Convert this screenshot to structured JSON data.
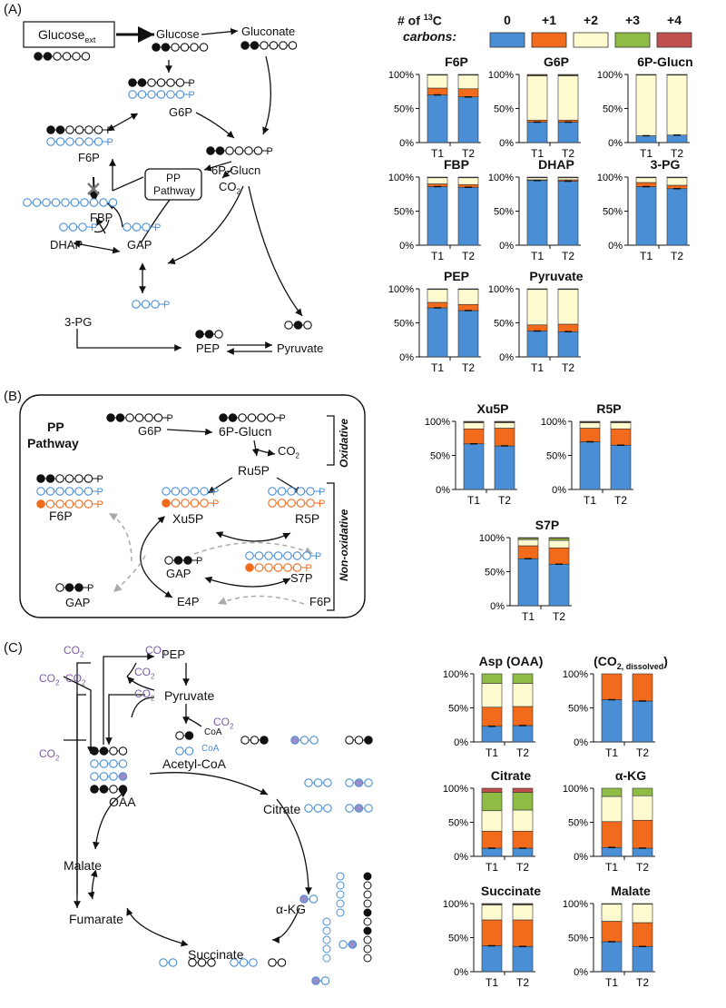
{
  "panels": {
    "A": {
      "label": "(A)",
      "legend": {
        "title_line1": "# of",
        "title_sup": "13",
        "title_c": "C",
        "title_line2": "carbons:",
        "items": [
          "0",
          "+1",
          "+2",
          "+3",
          "+4"
        ],
        "colors": [
          "#4a8fd6",
          "#f26a1b",
          "#fefbd0",
          "#8fbc45",
          "#c0504d"
        ]
      },
      "nodes": {
        "glucose_ext": "Glucose",
        "glucose_ext_sub": "ext",
        "glucose": "Glucose",
        "gluconate": "Gluconate",
        "g6p": "G6P",
        "f6p": "F6P",
        "glucn6p": "6P-Glucn",
        "pp_pathway_line1": "PP",
        "pp_pathway_line2": "Pathway",
        "co2": "CO",
        "co2_sub": "2",
        "fbp": "FBP",
        "dhap": "DHAP",
        "gap": "GAP",
        "pg3": "3-PG",
        "pep": "PEP",
        "pyruvate": "Pyruvate"
      }
    },
    "B": {
      "label": "(B)",
      "box_title_line1": "PP",
      "box_title_line2": "Pathway",
      "oxidative": "Oxidative",
      "non_oxidative": "Non-oxidative",
      "nodes": {
        "g6p": "G6P",
        "glucn6p": "6P-Glucn",
        "co2": "CO",
        "co2_sub": "2",
        "ru5p": "Ru5P",
        "f6p": "F6P",
        "xu5p": "Xu5P",
        "r5p": "R5P",
        "gap": "GAP",
        "s7p": "S7P",
        "gap2": "GAP",
        "e4p": "E4P",
        "f6p2": "F6P"
      }
    },
    "C": {
      "label": "(C)",
      "nodes": {
        "pep": "PEP",
        "pyruvate": "Pyruvate",
        "acetyl_coa": "Acetyl-CoA",
        "coa": "CoA",
        "oaa": "OAA",
        "citrate": "Citrate",
        "malate": "Malate",
        "fumarate": "Fumarate",
        "akg": "α-KG",
        "succinate": "Succinate",
        "co2": "CO",
        "co2_sub": "2"
      }
    }
  },
  "axis": {
    "ticks": [
      "0%",
      "50%",
      "100%"
    ],
    "categories": [
      "T1",
      "T2"
    ]
  },
  "chart_data": [
    {
      "type": "bar",
      "title": "F6P",
      "categories": [
        "T1",
        "T2"
      ],
      "series": [
        {
          "name": "0",
          "values": [
            70,
            67
          ]
        },
        {
          "name": "+1",
          "values": [
            10,
            12
          ]
        },
        {
          "name": "+2",
          "values": [
            19,
            20
          ]
        },
        {
          "name": "+3",
          "values": [
            0.5,
            0.5
          ]
        },
        {
          "name": "+4",
          "values": [
            0.5,
            0.5
          ]
        }
      ],
      "ylim": [
        0,
        100
      ]
    },
    {
      "type": "bar",
      "title": "G6P",
      "categories": [
        "T1",
        "T2"
      ],
      "series": [
        {
          "name": "0",
          "values": [
            30,
            30
          ]
        },
        {
          "name": "+1",
          "values": [
            3,
            3
          ]
        },
        {
          "name": "+2",
          "values": [
            65,
            65
          ]
        },
        {
          "name": "+3",
          "values": [
            1,
            1
          ]
        },
        {
          "name": "+4",
          "values": [
            1,
            1
          ]
        }
      ],
      "ylim": [
        0,
        100
      ]
    },
    {
      "type": "bar",
      "title": "6P-Glucn",
      "categories": [
        "T1",
        "T2"
      ],
      "series": [
        {
          "name": "0",
          "values": [
            10,
            11
          ]
        },
        {
          "name": "+1",
          "values": [
            0,
            0
          ]
        },
        {
          "name": "+2",
          "values": [
            89,
            88
          ]
        },
        {
          "name": "+3",
          "values": [
            0.5,
            0.5
          ]
        },
        {
          "name": "+4",
          "values": [
            0.5,
            0.5
          ]
        }
      ],
      "ylim": [
        0,
        100
      ]
    },
    {
      "type": "bar",
      "title": "FBP",
      "categories": [
        "T1",
        "T2"
      ],
      "series": [
        {
          "name": "0",
          "values": [
            86,
            85
          ]
        },
        {
          "name": "+1",
          "values": [
            4,
            4
          ]
        },
        {
          "name": "+2",
          "values": [
            9,
            10
          ]
        },
        {
          "name": "+3",
          "values": [
            0.5,
            0.5
          ]
        },
        {
          "name": "+4",
          "values": [
            0.5,
            0.5
          ]
        }
      ],
      "ylim": [
        0,
        100
      ]
    },
    {
      "type": "bar",
      "title": "DHAP",
      "categories": [
        "T1",
        "T2"
      ],
      "series": [
        {
          "name": "0",
          "values": [
            95,
            94
          ]
        },
        {
          "name": "+1",
          "values": [
            1,
            2
          ]
        },
        {
          "name": "+2",
          "values": [
            3,
            3
          ]
        },
        {
          "name": "+3",
          "values": [
            0.5,
            0.5
          ]
        },
        {
          "name": "+4",
          "values": [
            0.5,
            0.5
          ]
        }
      ],
      "ylim": [
        0,
        100
      ]
    },
    {
      "type": "bar",
      "title": "3-PG",
      "categories": [
        "T1",
        "T2"
      ],
      "series": [
        {
          "name": "0",
          "values": [
            86,
            83
          ]
        },
        {
          "name": "+1",
          "values": [
            6,
            5
          ]
        },
        {
          "name": "+2",
          "values": [
            7,
            11
          ]
        },
        {
          "name": "+3",
          "values": [
            0.5,
            0.5
          ]
        },
        {
          "name": "+4",
          "values": [
            0.5,
            0.5
          ]
        }
      ],
      "ylim": [
        0,
        100
      ]
    },
    {
      "type": "bar",
      "title": "PEP",
      "categories": [
        "T1",
        "T2"
      ],
      "series": [
        {
          "name": "0",
          "values": [
            72,
            68
          ]
        },
        {
          "name": "+1",
          "values": [
            8,
            9
          ]
        },
        {
          "name": "+2",
          "values": [
            19,
            22
          ]
        },
        {
          "name": "+3",
          "values": [
            0.5,
            0.5
          ]
        },
        {
          "name": "+4",
          "values": [
            0.5,
            0.5
          ]
        }
      ],
      "ylim": [
        0,
        100
      ]
    },
    {
      "type": "bar",
      "title": "Pyruvate",
      "categories": [
        "T1",
        "T2"
      ],
      "series": [
        {
          "name": "0",
          "values": [
            38,
            37
          ]
        },
        {
          "name": "+1",
          "values": [
            9,
            11
          ]
        },
        {
          "name": "+2",
          "values": [
            52,
            51
          ]
        },
        {
          "name": "+3",
          "values": [
            0.5,
            0.5
          ]
        },
        {
          "name": "+4",
          "values": [
            0.5,
            0.5
          ]
        }
      ],
      "ylim": [
        0,
        100
      ]
    },
    {
      "type": "bar",
      "title": "Xu5P",
      "categories": [
        "T1",
        "T2"
      ],
      "series": [
        {
          "name": "0",
          "values": [
            67,
            64
          ]
        },
        {
          "name": "+1",
          "values": [
            22,
            26
          ]
        },
        {
          "name": "+2",
          "values": [
            9,
            8
          ]
        },
        {
          "name": "+3",
          "values": [
            1,
            1
          ]
        },
        {
          "name": "+4",
          "values": [
            1,
            1
          ]
        }
      ],
      "ylim": [
        0,
        100
      ]
    },
    {
      "type": "bar",
      "title": "R5P",
      "categories": [
        "T1",
        "T2"
      ],
      "series": [
        {
          "name": "0",
          "values": [
            70,
            65
          ]
        },
        {
          "name": "+1",
          "values": [
            20,
            24
          ]
        },
        {
          "name": "+2",
          "values": [
            8,
            9
          ]
        },
        {
          "name": "+3",
          "values": [
            1,
            1
          ]
        },
        {
          "name": "+4",
          "values": [
            1,
            1
          ]
        }
      ],
      "ylim": [
        0,
        100
      ]
    },
    {
      "type": "bar",
      "title": "S7P",
      "categories": [
        "T1",
        "T2"
      ],
      "series": [
        {
          "name": "0",
          "values": [
            69,
            61
          ]
        },
        {
          "name": "+1",
          "values": [
            19,
            24
          ]
        },
        {
          "name": "+2",
          "values": [
            9,
            11
          ]
        },
        {
          "name": "+3",
          "values": [
            2,
            3
          ]
        },
        {
          "name": "+4",
          "values": [
            1,
            1
          ]
        }
      ],
      "ylim": [
        0,
        100
      ]
    },
    {
      "type": "bar",
      "title": "Asp (OAA)",
      "categories": [
        "T1",
        "T2"
      ],
      "series": [
        {
          "name": "0",
          "values": [
            23,
            24
          ]
        },
        {
          "name": "+1",
          "values": [
            28,
            28
          ]
        },
        {
          "name": "+2",
          "values": [
            35,
            34
          ]
        },
        {
          "name": "+3",
          "values": [
            14,
            14
          ]
        },
        {
          "name": "+4",
          "values": [
            0,
            0
          ]
        }
      ],
      "ylim": [
        0,
        100
      ]
    },
    {
      "type": "bar",
      "title": "(CO2, dissolved)",
      "categories": [
        "T1",
        "T2"
      ],
      "series": [
        {
          "name": "0",
          "values": [
            62,
            60
          ]
        },
        {
          "name": "+1",
          "values": [
            38,
            40
          ]
        },
        {
          "name": "+2",
          "values": [
            0,
            0
          ]
        },
        {
          "name": "+3",
          "values": [
            0,
            0
          ]
        },
        {
          "name": "+4",
          "values": [
            0,
            0
          ]
        }
      ],
      "ylim": [
        0,
        100
      ]
    },
    {
      "type": "bar",
      "title": "Citrate",
      "categories": [
        "T1",
        "T2"
      ],
      "series": [
        {
          "name": "0",
          "values": [
            12,
            12
          ]
        },
        {
          "name": "+1",
          "values": [
            25,
            25
          ]
        },
        {
          "name": "+2",
          "values": [
            30,
            31
          ]
        },
        {
          "name": "+3",
          "values": [
            27,
            26
          ]
        },
        {
          "name": "+4",
          "values": [
            6,
            6
          ]
        }
      ],
      "ylim": [
        0,
        100
      ]
    },
    {
      "type": "bar",
      "title": "α-KG",
      "categories": [
        "T1",
        "T2"
      ],
      "series": [
        {
          "name": "0",
          "values": [
            13,
            12
          ]
        },
        {
          "name": "+1",
          "values": [
            38,
            41
          ]
        },
        {
          "name": "+2",
          "values": [
            37,
            36
          ]
        },
        {
          "name": "+3",
          "values": [
            12,
            11
          ]
        },
        {
          "name": "+4",
          "values": [
            0,
            0
          ]
        }
      ],
      "ylim": [
        0,
        100
      ]
    },
    {
      "type": "bar",
      "title": "Succinate",
      "categories": [
        "T1",
        "T2"
      ],
      "series": [
        {
          "name": "0",
          "values": [
            38,
            37
          ]
        },
        {
          "name": "+1",
          "values": [
            38,
            39
          ]
        },
        {
          "name": "+2",
          "values": [
            22,
            22
          ]
        },
        {
          "name": "+3",
          "values": [
            1,
            1
          ]
        },
        {
          "name": "+4",
          "values": [
            1,
            1
          ]
        }
      ],
      "ylim": [
        0,
        100
      ]
    },
    {
      "type": "bar",
      "title": "Malate",
      "categories": [
        "T1",
        "T2"
      ],
      "series": [
        {
          "name": "0",
          "values": [
            44,
            37
          ]
        },
        {
          "name": "+1",
          "values": [
            30,
            35
          ]
        },
        {
          "name": "+2",
          "values": [
            25,
            27
          ]
        },
        {
          "name": "+3",
          "values": [
            1,
            1
          ]
        },
        {
          "name": "+4",
          "values": [
            0,
            0
          ]
        }
      ],
      "ylim": [
        0,
        100
      ]
    }
  ]
}
